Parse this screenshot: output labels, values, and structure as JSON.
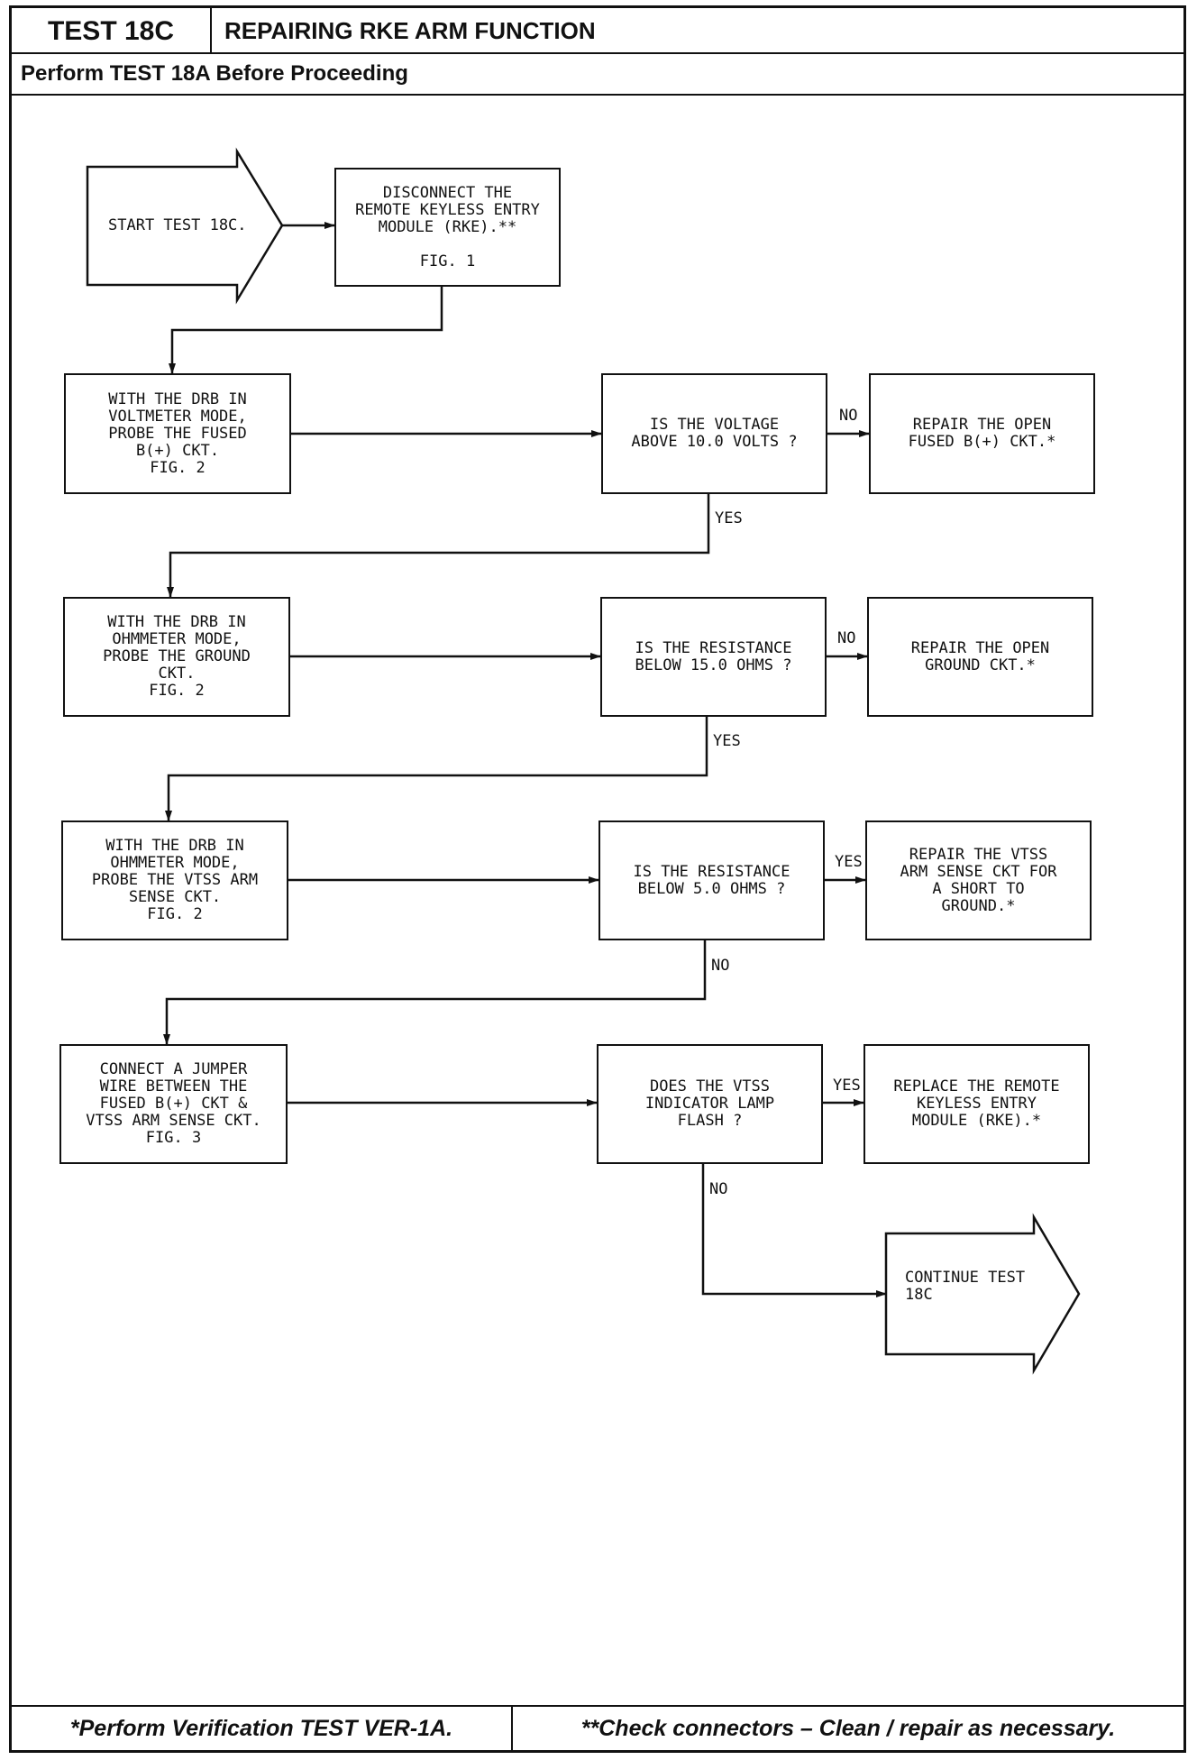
{
  "header": {
    "test_id": "TEST 18C",
    "title": "REPAIRING RKE ARM FUNCTION",
    "prerequisite": "Perform TEST 18A Before Proceeding"
  },
  "flowchart": {
    "start": "START TEST 18C.",
    "disconnect": "DISCONNECT THE\nREMOTE KEYLESS ENTRY\nMODULE (RKE).**\n\nFIG. 1",
    "step_voltmeter": "WITH THE DRB IN\nVOLTMETER MODE,\nPROBE THE FUSED\nB(+) CKT.\nFIG. 2",
    "q_voltage": "IS THE VOLTAGE\nABOVE 10.0 VOLTS ?",
    "repair_fused": "REPAIR THE OPEN\nFUSED B(+) CKT.*",
    "step_ohm_ground": "WITH THE DRB IN\nOHMMETER MODE,\nPROBE THE GROUND\nCKT.\nFIG. 2",
    "q_resistance_15": "IS THE RESISTANCE\nBELOW 15.0 OHMS ?",
    "repair_ground": "REPAIR THE OPEN\nGROUND CKT.*",
    "step_ohm_vtss": "WITH THE DRB IN\nOHMMETER MODE,\nPROBE THE VTSS ARM\nSENSE CKT.\nFIG. 2",
    "q_resistance_5": "IS THE RESISTANCE\nBELOW 5.0 OHMS ?",
    "repair_vtss": "REPAIR THE VTSS\nARM SENSE CKT FOR\nA SHORT TO\nGROUND.*",
    "step_jumper": "CONNECT A JUMPER\nWIRE BETWEEN THE\nFUSED B(+) CKT &\nVTSS ARM SENSE CKT.\nFIG. 3",
    "q_lamp": "DOES THE VTSS\nINDICATOR LAMP\nFLASH ?",
    "replace_rke": "REPLACE THE REMOTE\nKEYLESS ENTRY\nMODULE (RKE).*",
    "continue": "CONTINUE TEST\n18C",
    "labels": {
      "no_1": "NO",
      "yes_1": "YES",
      "no_2": "NO",
      "yes_2": "YES",
      "yes_3": "YES",
      "no_3": "NO",
      "yes_4": "YES",
      "no_4": "NO"
    }
  },
  "footer": {
    "note_left": "*Perform Verification TEST VER-1A.",
    "note_right": "**Check connectors – Clean / repair as necessary."
  }
}
